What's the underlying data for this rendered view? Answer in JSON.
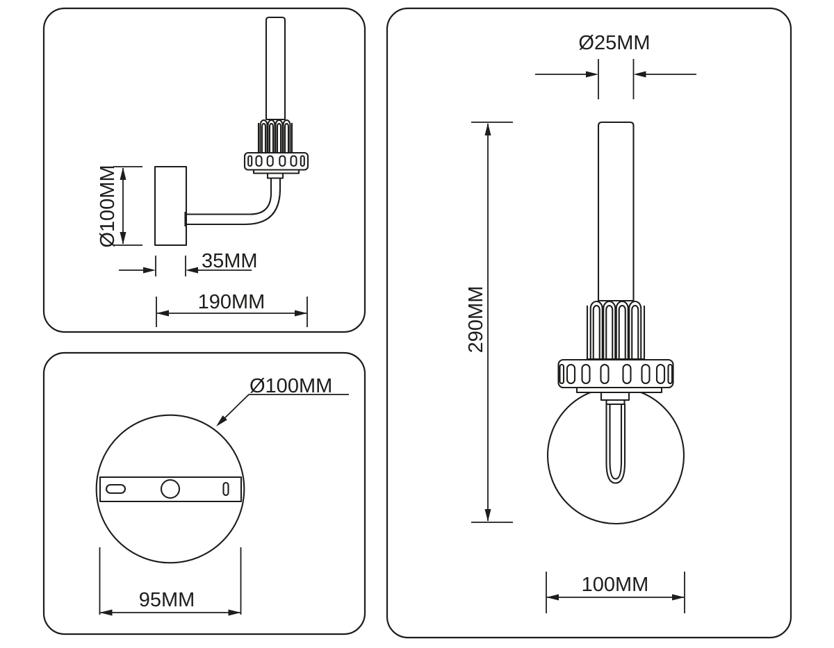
{
  "colors": {
    "line": "#1d1d1b",
    "bg": "#ffffff"
  },
  "panels": {
    "side_view": {
      "labels": {
        "plate_diameter": "Ø100MM",
        "plate_depth": "35MM",
        "projection": "190MM"
      }
    },
    "backplate_view": {
      "labels": {
        "plate_diameter": "Ø100MM",
        "hole_spacing": "95MM"
      }
    },
    "front_view": {
      "labels": {
        "stem_diameter": "Ø25MM",
        "overall_height": "290MM",
        "globe_width": "100MM"
      }
    }
  }
}
